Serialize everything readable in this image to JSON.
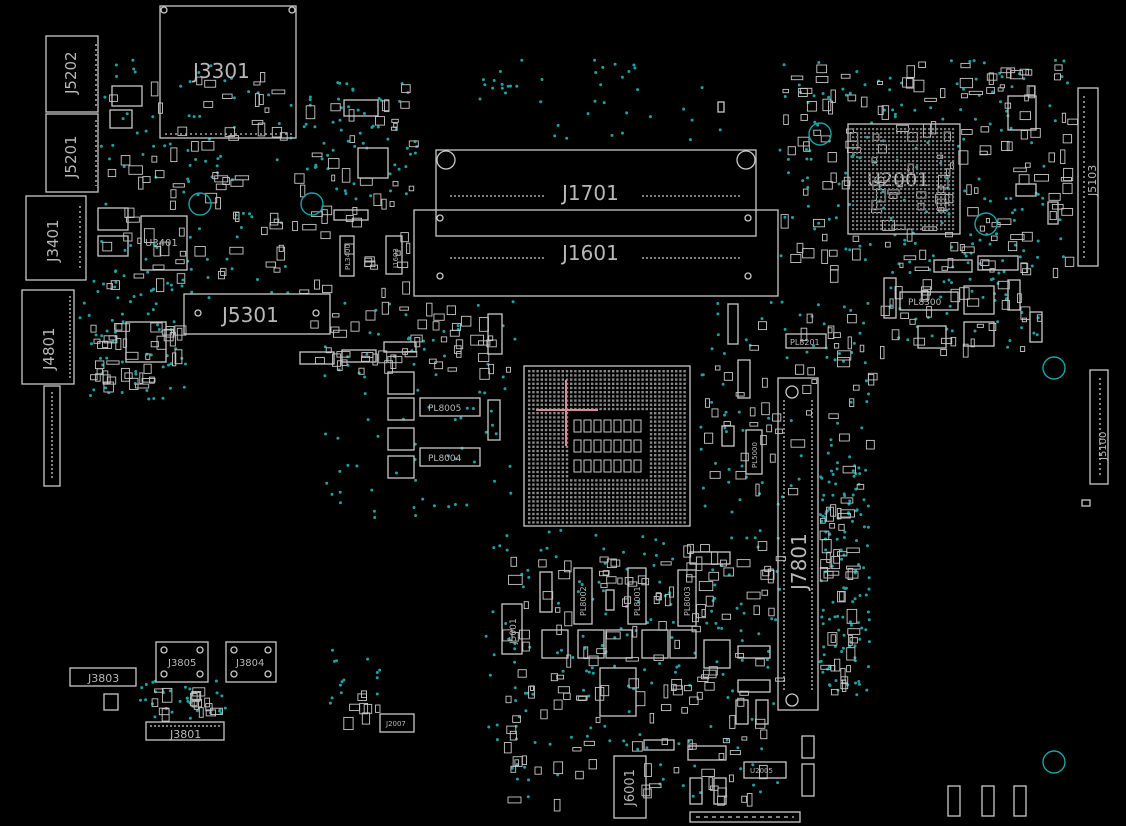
{
  "board": {
    "background_color": "#000000",
    "outline_color": "#c8c8c8",
    "via_color": "#1aa3a3",
    "cursor_color": "#d98a9a"
  },
  "labels": {
    "J3301": "J3301",
    "J5202": "J5202",
    "J5201": "J5201",
    "J3401": "J3401",
    "U3401": "U3401",
    "J4801": "J4801",
    "J5301": "J5301",
    "J1701": "J1701",
    "J1601": "J1601",
    "U2001": "U2001",
    "J5103": "J5103",
    "J5100": "J5100",
    "J7801": "J7801",
    "J3805": "J3805",
    "J3804": "J3804",
    "J3803": "J3803",
    "J3801": "J3801",
    "J6001": "J6001",
    "J5001": "J5001",
    "PL8005": "PL8005",
    "PL8004": "PL8004",
    "PL8300": "PL8300",
    "PL8201": "PL8201",
    "PL8002": "PL8002",
    "PL8001": "PL8001",
    "PL8003": "PL8003",
    "PL3400": "PL3400",
    "PL5000": "PL5000",
    "U2005": "U2005",
    "J2007": "J2007",
    "J1603": "J1603"
  }
}
